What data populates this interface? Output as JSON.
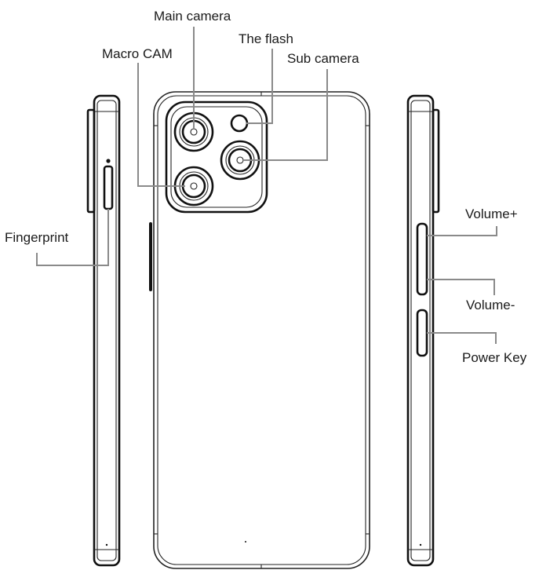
{
  "labels": {
    "main_camera": "Main camera",
    "flash": "The flash",
    "macro_cam": "Macro CAM",
    "sub_camera": "Sub camera",
    "fingerprint": "Fingerprint",
    "volume_up": "Volume+",
    "volume_down": "Volume-",
    "power_key": "Power Key"
  },
  "colors": {
    "line": "#222222",
    "leader": "#8a8a8a",
    "background": "#ffffff"
  }
}
